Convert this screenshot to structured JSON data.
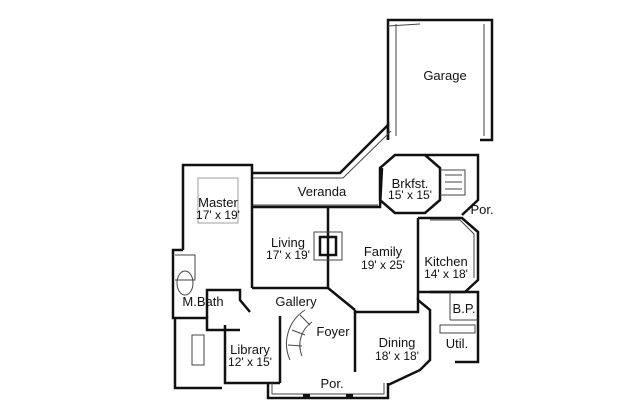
{
  "rooms": {
    "garage": {
      "name": "Garage"
    },
    "veranda": {
      "name": "Veranda"
    },
    "brkfst": {
      "name": "Brkfst.",
      "size": "15' x 15'"
    },
    "por_side": {
      "name": "Por."
    },
    "master": {
      "name": "Master",
      "size": "17' x 19'"
    },
    "living": {
      "name": "Living",
      "size": "17' x 19'"
    },
    "family": {
      "name": "Family",
      "size": "19' x 25'"
    },
    "kitchen": {
      "name": "Kitchen",
      "size": "14' x 18'"
    },
    "mbath": {
      "name": "M.Bath"
    },
    "gallery": {
      "name": "Gallery"
    },
    "foyer": {
      "name": "Foyer"
    },
    "bp": {
      "name": "B.P."
    },
    "dining": {
      "name": "Dining",
      "size": "18' x 18'"
    },
    "util": {
      "name": "Util."
    },
    "library": {
      "name": "Library",
      "size": "12' x 15'"
    },
    "por_front": {
      "name": "Por."
    }
  }
}
